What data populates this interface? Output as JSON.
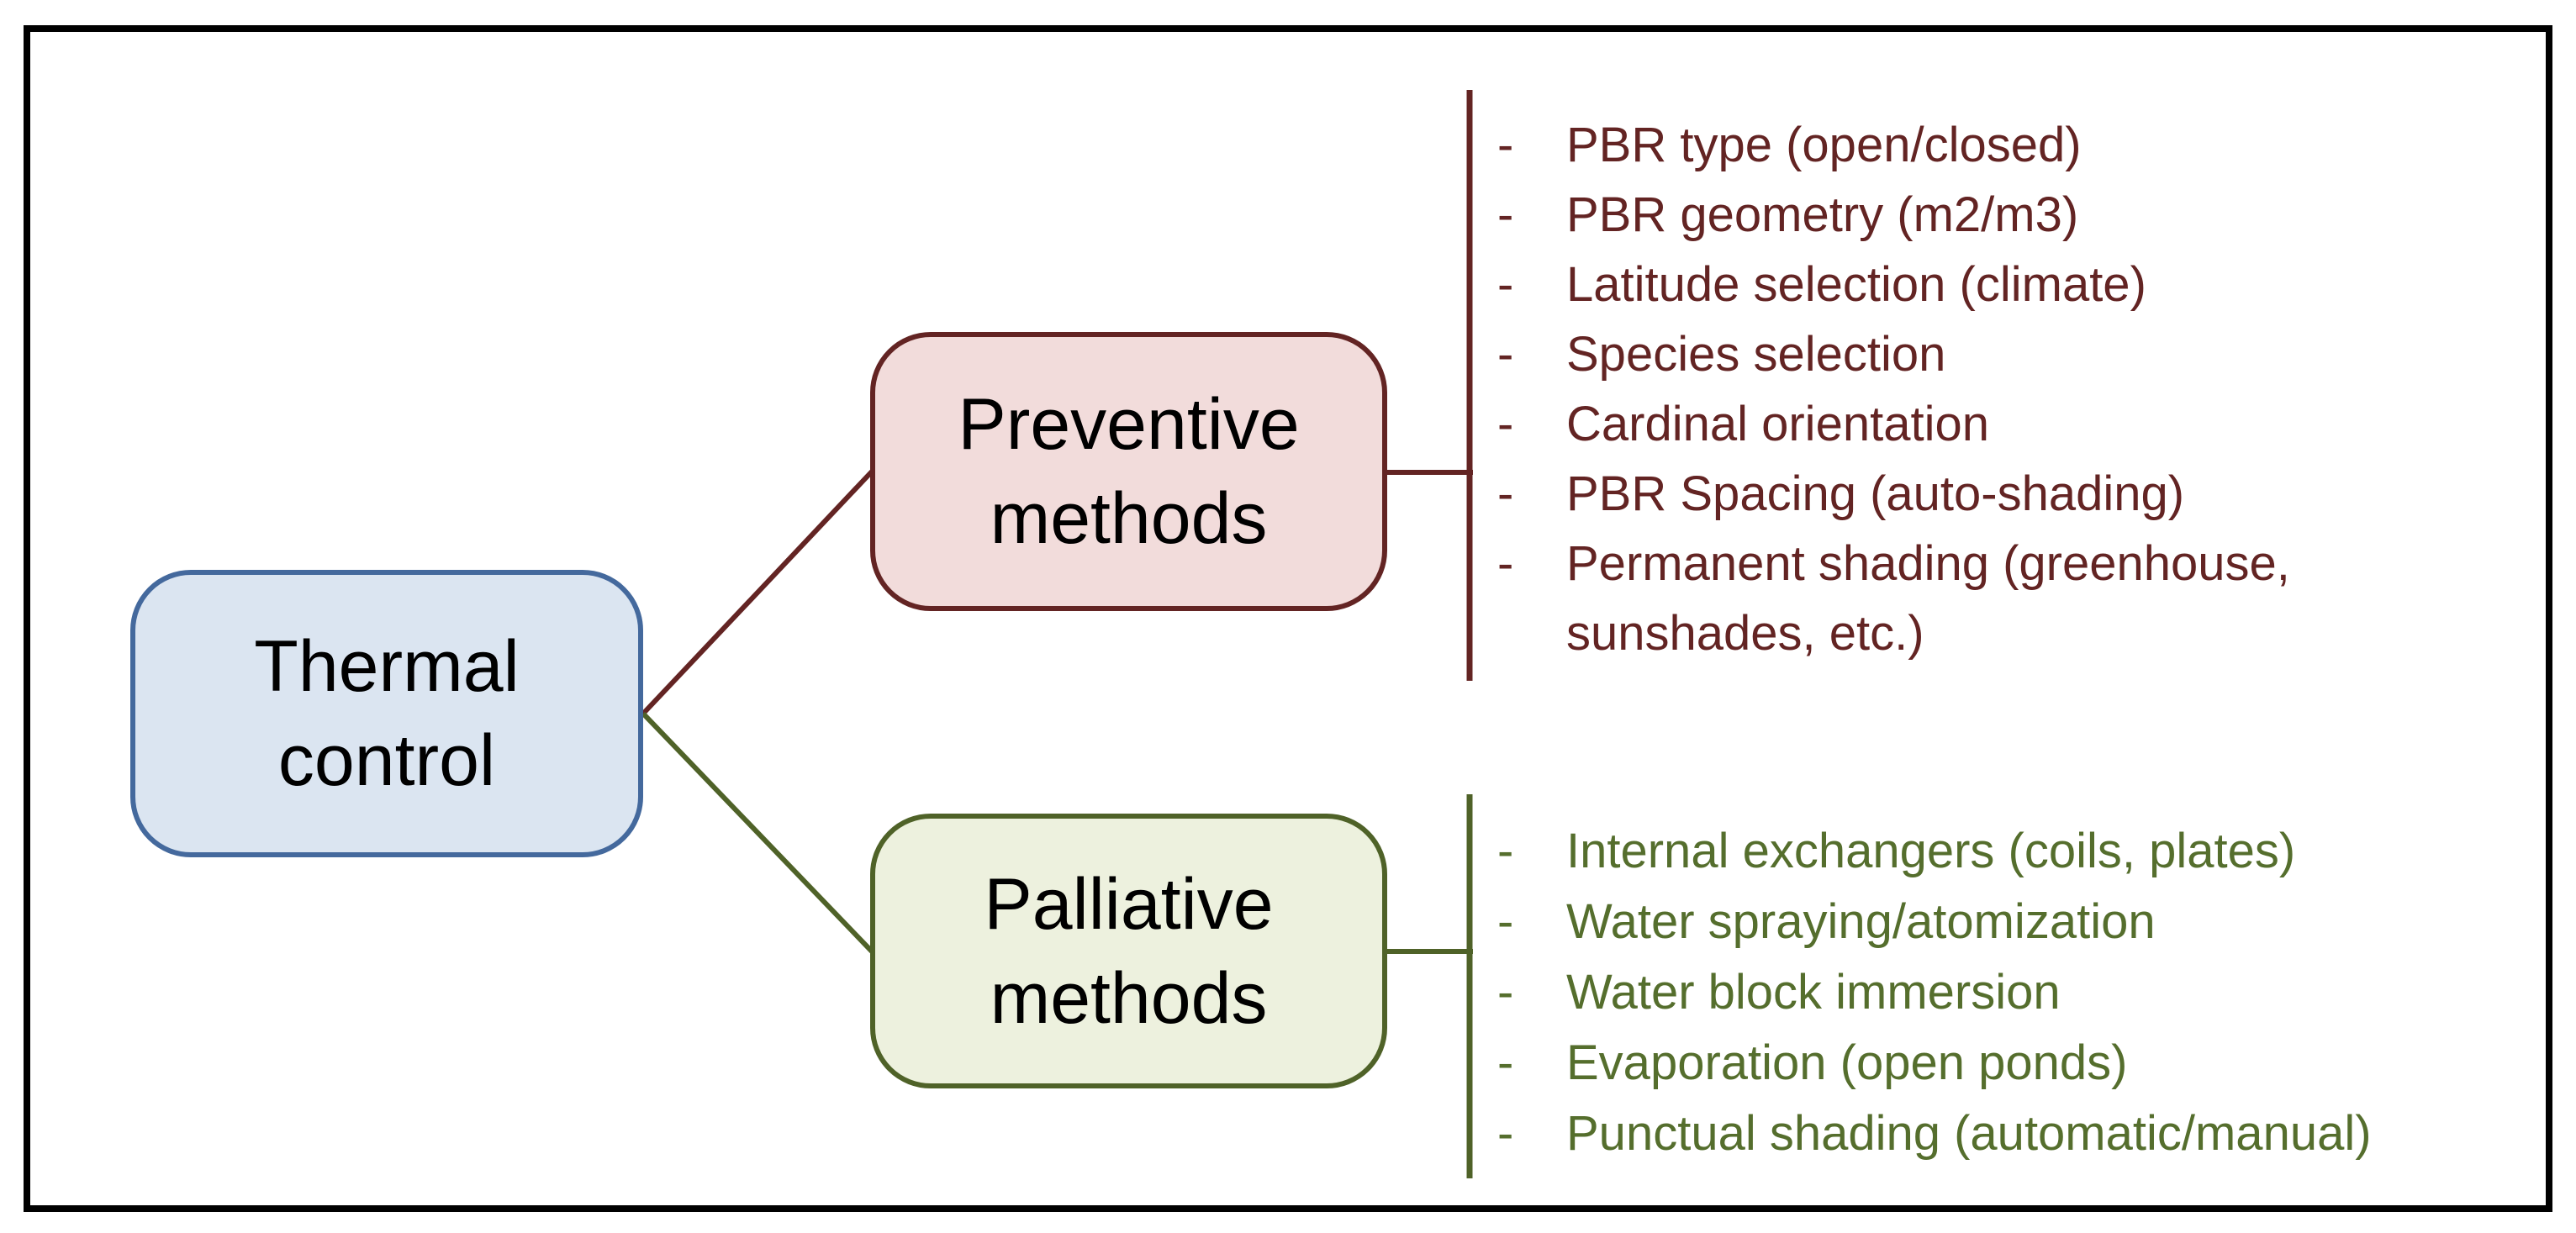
{
  "root_node": {
    "label": "Thermal\ncontrol"
  },
  "branches": {
    "preventive": {
      "label": "Preventive\nmethods",
      "bullet": "-",
      "items": [
        "PBR type (open/closed)",
        "PBR geometry (m2/m3)",
        "Latitude selection (climate)",
        "Species selection",
        "Cardinal orientation",
        "PBR Spacing (auto-shading)",
        "Permanent shading (greenhouse,\nsunshades, etc.)"
      ]
    },
    "palliative": {
      "label": "Palliative\nmethods",
      "bullet": "-",
      "items": [
        "Internal exchangers (coils, plates)",
        "Water spraying/atomization",
        "Water block immersion",
        "Evaporation (open ponds)",
        "Punctual shading (automatic/manual)"
      ]
    }
  },
  "colors": {
    "frame": "#000000",
    "background": "#ffffff",
    "root_fill": "#dbe5f1",
    "root_border": "#44699d",
    "preventive_fill": "#f2dcdb",
    "preventive_border": "#632423",
    "preventive_text": "#632423",
    "palliative_fill": "#edf1de",
    "palliative_border": "#4f6228",
    "palliative_text": "#556e2d"
  }
}
